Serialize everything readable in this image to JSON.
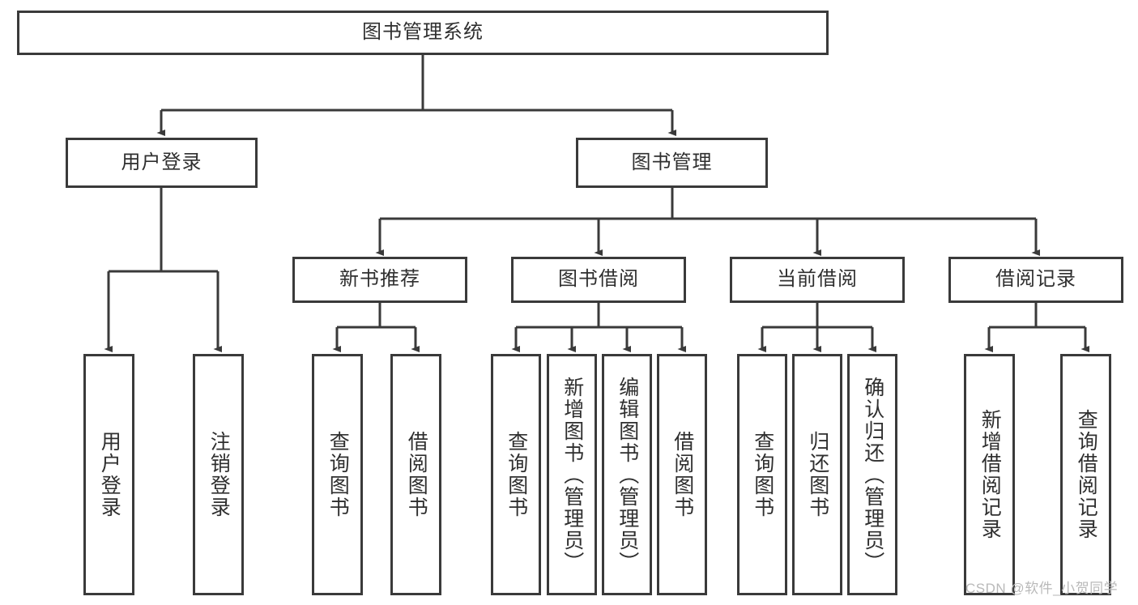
{
  "diagram": {
    "title": "图书管理系统",
    "type": "tree-hierarchy",
    "watermark": "CSDN @软件_小贺同学",
    "colors": {
      "box_border": "#3a3a3a",
      "box_fill": "#ffffff",
      "text": "#2f2f2f",
      "connector": "#3a3a3a",
      "watermark": "#b9b9b9"
    },
    "nodes": {
      "root": {
        "label": "图书管理系统"
      },
      "level2": [
        {
          "label": "用户登录"
        },
        {
          "label": "图书管理"
        }
      ],
      "level3": [
        {
          "label": "新书推荐"
        },
        {
          "label": "图书借阅"
        },
        {
          "label": "当前借阅"
        },
        {
          "label": "借阅记录"
        }
      ],
      "leaves": {
        "user_login": [
          {
            "label": "用户登录"
          },
          {
            "label": "注销登录"
          }
        ],
        "new_book": [
          {
            "label": "查询图书"
          },
          {
            "label": "借阅图书"
          }
        ],
        "book_borrow": [
          {
            "label": "查询图书"
          },
          {
            "label": "新增图书（管理员）"
          },
          {
            "label": "编辑图书（管理员）"
          },
          {
            "label": "借阅图书"
          }
        ],
        "current_borrow": [
          {
            "label": "查询图书"
          },
          {
            "label": "归还图书"
          },
          {
            "label": "确认归还（管理员）"
          }
        ],
        "borrow_record": [
          {
            "label": "新增借阅记录"
          },
          {
            "label": "查询借阅记录"
          }
        ]
      }
    }
  }
}
